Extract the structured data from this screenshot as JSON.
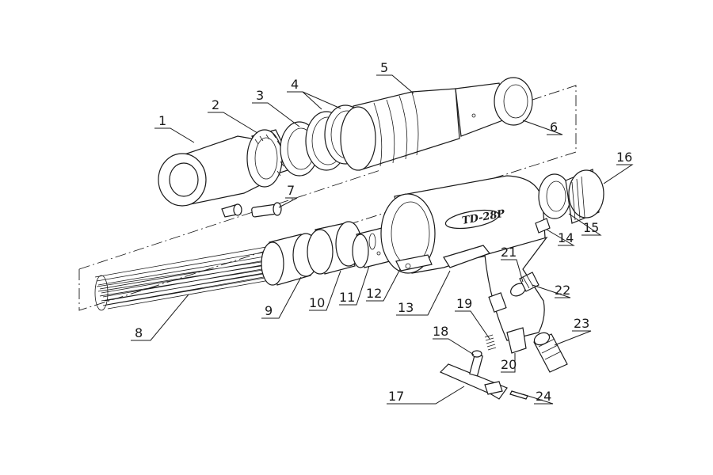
{
  "diagram": {
    "model_label": "TD-28P",
    "callouts": [
      "1",
      "2",
      "3",
      "4",
      "5",
      "6",
      "7",
      "8",
      "9",
      "10",
      "11",
      "12",
      "13",
      "14",
      "15",
      "16",
      "17",
      "18",
      "19",
      "20",
      "21",
      "22",
      "23",
      "24"
    ]
  }
}
